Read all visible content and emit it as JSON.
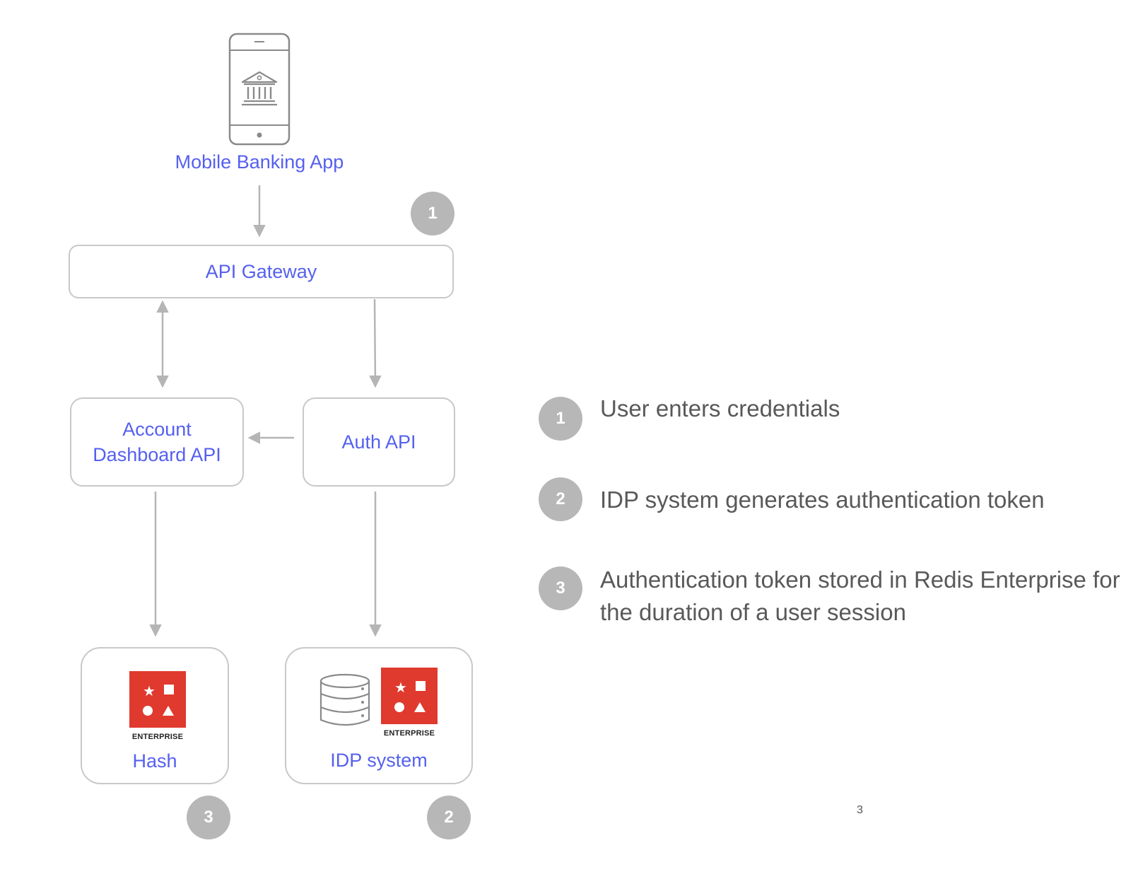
{
  "nodes": {
    "mobile_app": "Mobile Banking App",
    "api_gateway": "API Gateway",
    "account_dashboard_line1": "Account",
    "account_dashboard_line2": "Dashboard API",
    "auth_api": "Auth API",
    "hash": "Hash",
    "idp_system": "IDP system",
    "enterprise_label": "ENTERPRISE"
  },
  "badges": {
    "gateway": "1",
    "hash": "3",
    "idp": "2"
  },
  "steps": [
    {
      "number": "1",
      "text": "User enters credentials"
    },
    {
      "number": "2",
      "text": "IDP system generates authentication token"
    },
    {
      "number": "3",
      "text": "Authentication token stored in Redis Enterprise for the duration of a user session"
    }
  ],
  "page_number": "3",
  "icons": [
    "phone-icon",
    "bank-icon",
    "database-icon",
    "redis-enterprise-logo"
  ],
  "colors": {
    "label_blue": "#5560f0",
    "redis_red": "#e0392e",
    "badge_gray": "#b7b7b7",
    "border_gray": "#c8c8c8",
    "text_gray": "#595959"
  }
}
